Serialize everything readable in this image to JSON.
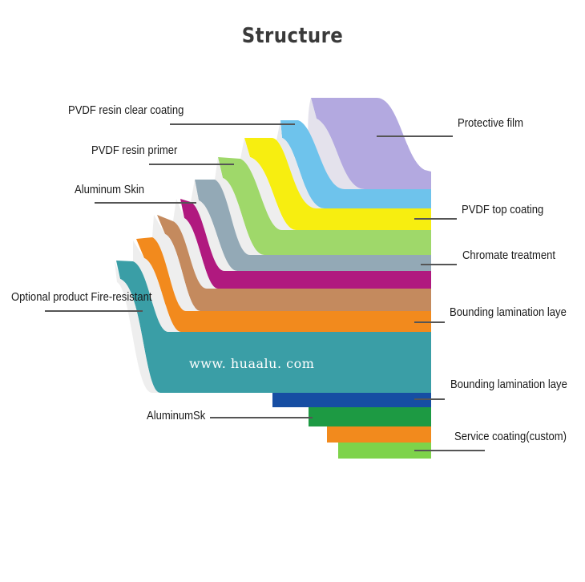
{
  "title": "Structure",
  "watermark": "www. huaalu. com",
  "left_labels": {
    "clear_coating": "PVDF resin clear coating",
    "primer": "PVDF resin primer",
    "aluminum_skin": "Aluminum Skin",
    "fire_resistant": "Optional product Fire-resistant",
    "aluminum_sk": "AluminumSk"
  },
  "right_labels": {
    "protective_film": "Protective film",
    "pvdf_top": "PVDF top coating",
    "chromate": "Chromate treatment",
    "bounding_1": "Bounding lamination laye",
    "bounding_2": "Bounding lamination laye",
    "service": "Service coating(custom)"
  },
  "colors": {
    "protective_film": "#b3a9e0",
    "pvdf_clear": "#6ec3ec",
    "pvdf_top": "#f7ee10",
    "primer": "#9fd86a",
    "chromate": "#93a9b6",
    "aluminum_skin": "#b0197f",
    "bounding": "#c48a5e",
    "orange": "#f28a1d",
    "core": "#3a9ea6",
    "blue": "#164ea3",
    "green": "#1d9a43",
    "light_green": "#7ed34a",
    "lead_line": "#555555"
  }
}
